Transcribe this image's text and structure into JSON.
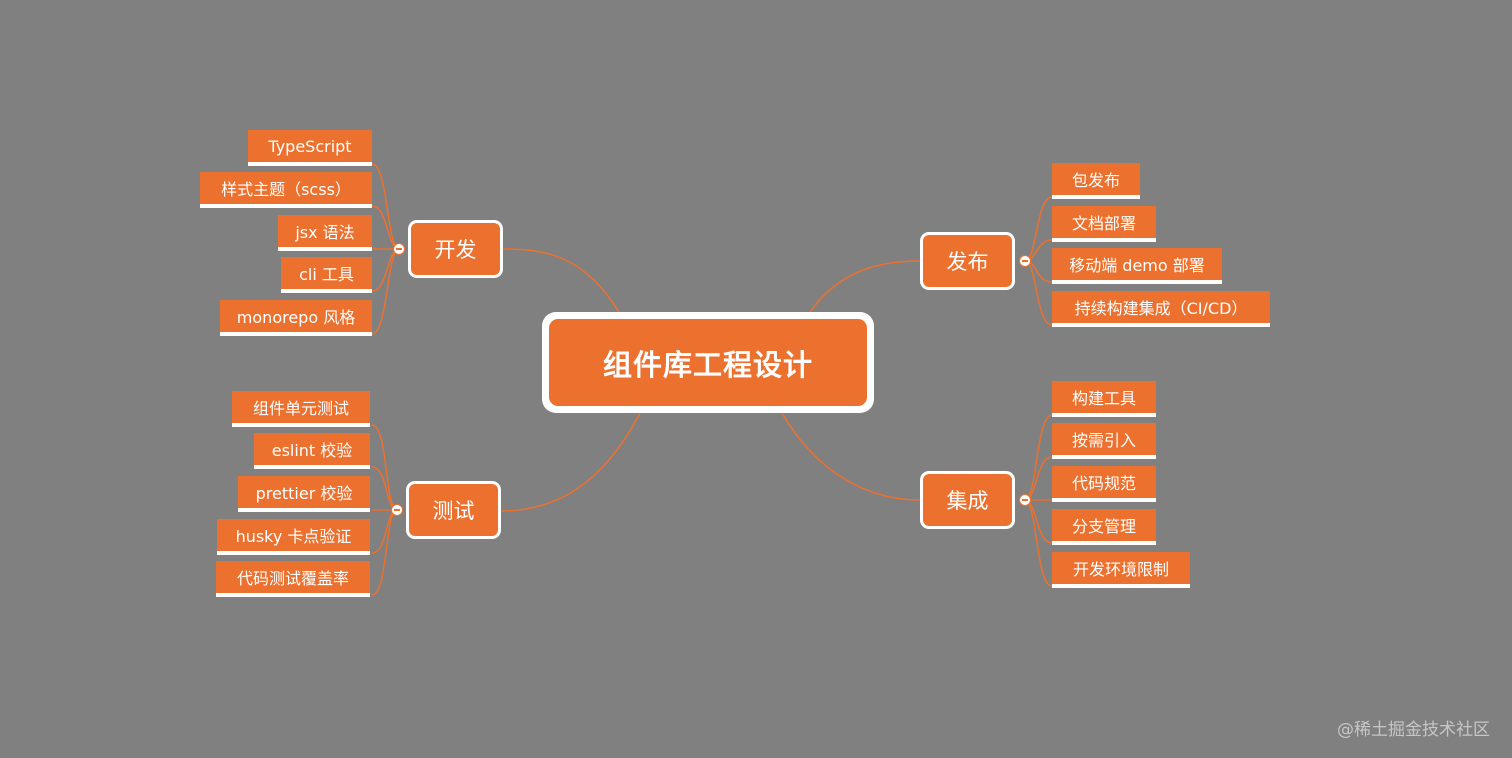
{
  "root": {
    "label": "组件库工程设计"
  },
  "branches": {
    "dev": {
      "label": "开发",
      "items": [
        "TypeScript",
        "样式主题（scss）",
        "jsx 语法",
        "cli 工具",
        "monorepo 风格"
      ]
    },
    "test": {
      "label": "测试",
      "items": [
        "组件单元测试",
        "eslint 校验",
        "prettier 校验",
        "husky 卡点验证",
        "代码测试覆盖率"
      ]
    },
    "publish": {
      "label": "发布",
      "items": [
        "包发布",
        "文档部署",
        "移动端 demo 部署",
        "持续构建集成（CI/CD）"
      ]
    },
    "integrate": {
      "label": "集成",
      "items": [
        "构建工具",
        "按需引入",
        "代码规范",
        "分支管理",
        "开发环境限制"
      ]
    }
  },
  "watermark": "@稀土掘金技术社区",
  "colors": {
    "background": "#808080",
    "node": "#ec712f",
    "link": "#ec712f",
    "border": "#ffffff"
  }
}
